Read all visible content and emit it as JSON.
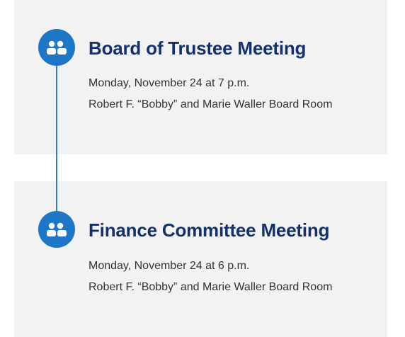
{
  "events": [
    {
      "title": "Board of Trustee Meeting",
      "date": "Monday, November 24 at 7 p.m.",
      "location": "Robert F. “Bobby” and Marie Waller Board Room",
      "icon": "users-icon"
    },
    {
      "title": "Finance Committee Meeting",
      "date": "Monday, November 24 at 6 p.m.",
      "location": "Robert F. “Bobby” and Marie Waller Board Room",
      "icon": "users-icon"
    }
  ],
  "colors": {
    "title": "#14306d",
    "accent": "#1d76c6",
    "card_background": "#f2f2f3"
  }
}
